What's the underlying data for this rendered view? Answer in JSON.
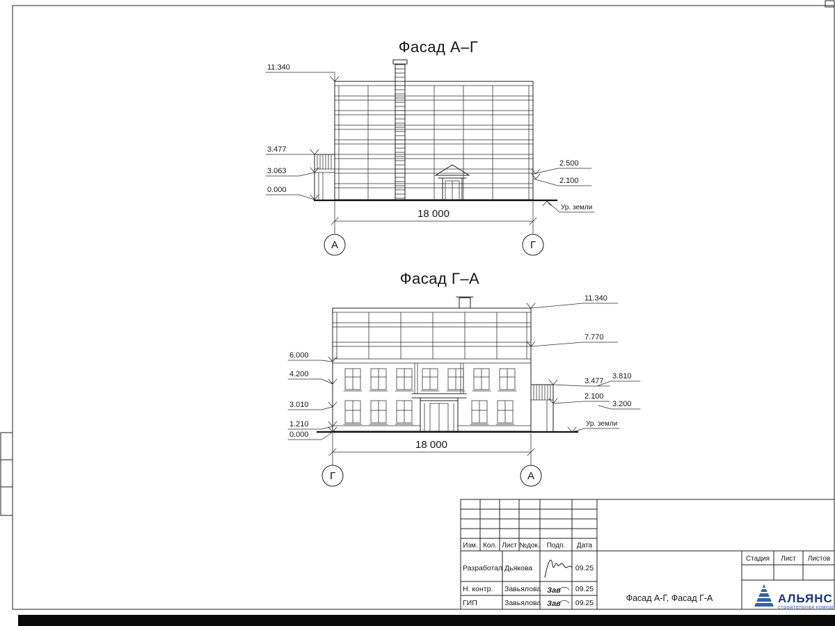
{
  "drawing": {
    "facade_top": {
      "title": "Фасад А–Г",
      "levels_left": [
        "11.340",
        "3.477",
        "3.063",
        "0.000"
      ],
      "levels_right": [
        "2.500",
        "2.100"
      ],
      "ground": "Ур. земли",
      "width": "18 000",
      "axes": [
        "А",
        "Г"
      ]
    },
    "facade_bottom": {
      "title": "Фасад Г–А",
      "levels_left": [
        "6.000",
        "4.200",
        "3.010",
        "1.210",
        "0.000"
      ],
      "levels_right": [
        "11.340",
        "7.770",
        "3.477",
        "3.810",
        "2.100",
        "3.200"
      ],
      "ground": "Ур. земли",
      "width": "18 000",
      "axes": [
        "Г",
        "А"
      ]
    }
  },
  "title_block": {
    "columns": [
      "Изм.",
      "Кол.",
      "Лист",
      "№док.",
      "Подп.",
      "Дата"
    ],
    "rows": [
      {
        "role": "Разработал",
        "name": "Дьякова",
        "sign": "",
        "date": "09.25"
      },
      {
        "role": "Н. контр.",
        "name": "Завьялова",
        "sign": "Зав",
        "date": "09.25"
      },
      {
        "role": "ГИП",
        "name": "Завьялова",
        "sign": "Зав",
        "date": "09.25"
      }
    ],
    "doc_title": "Фасад А-Г, Фасад Г-А",
    "stage_cols": [
      "Стадия",
      "Лист",
      "Листов"
    ],
    "logo": {
      "name": "АЛЬЯНС",
      "subtitle": "строительная компания"
    }
  },
  "colors": {
    "line": "#1c1c1c",
    "logo_blue": "#2e63a6",
    "logo_text": "#16337f"
  }
}
